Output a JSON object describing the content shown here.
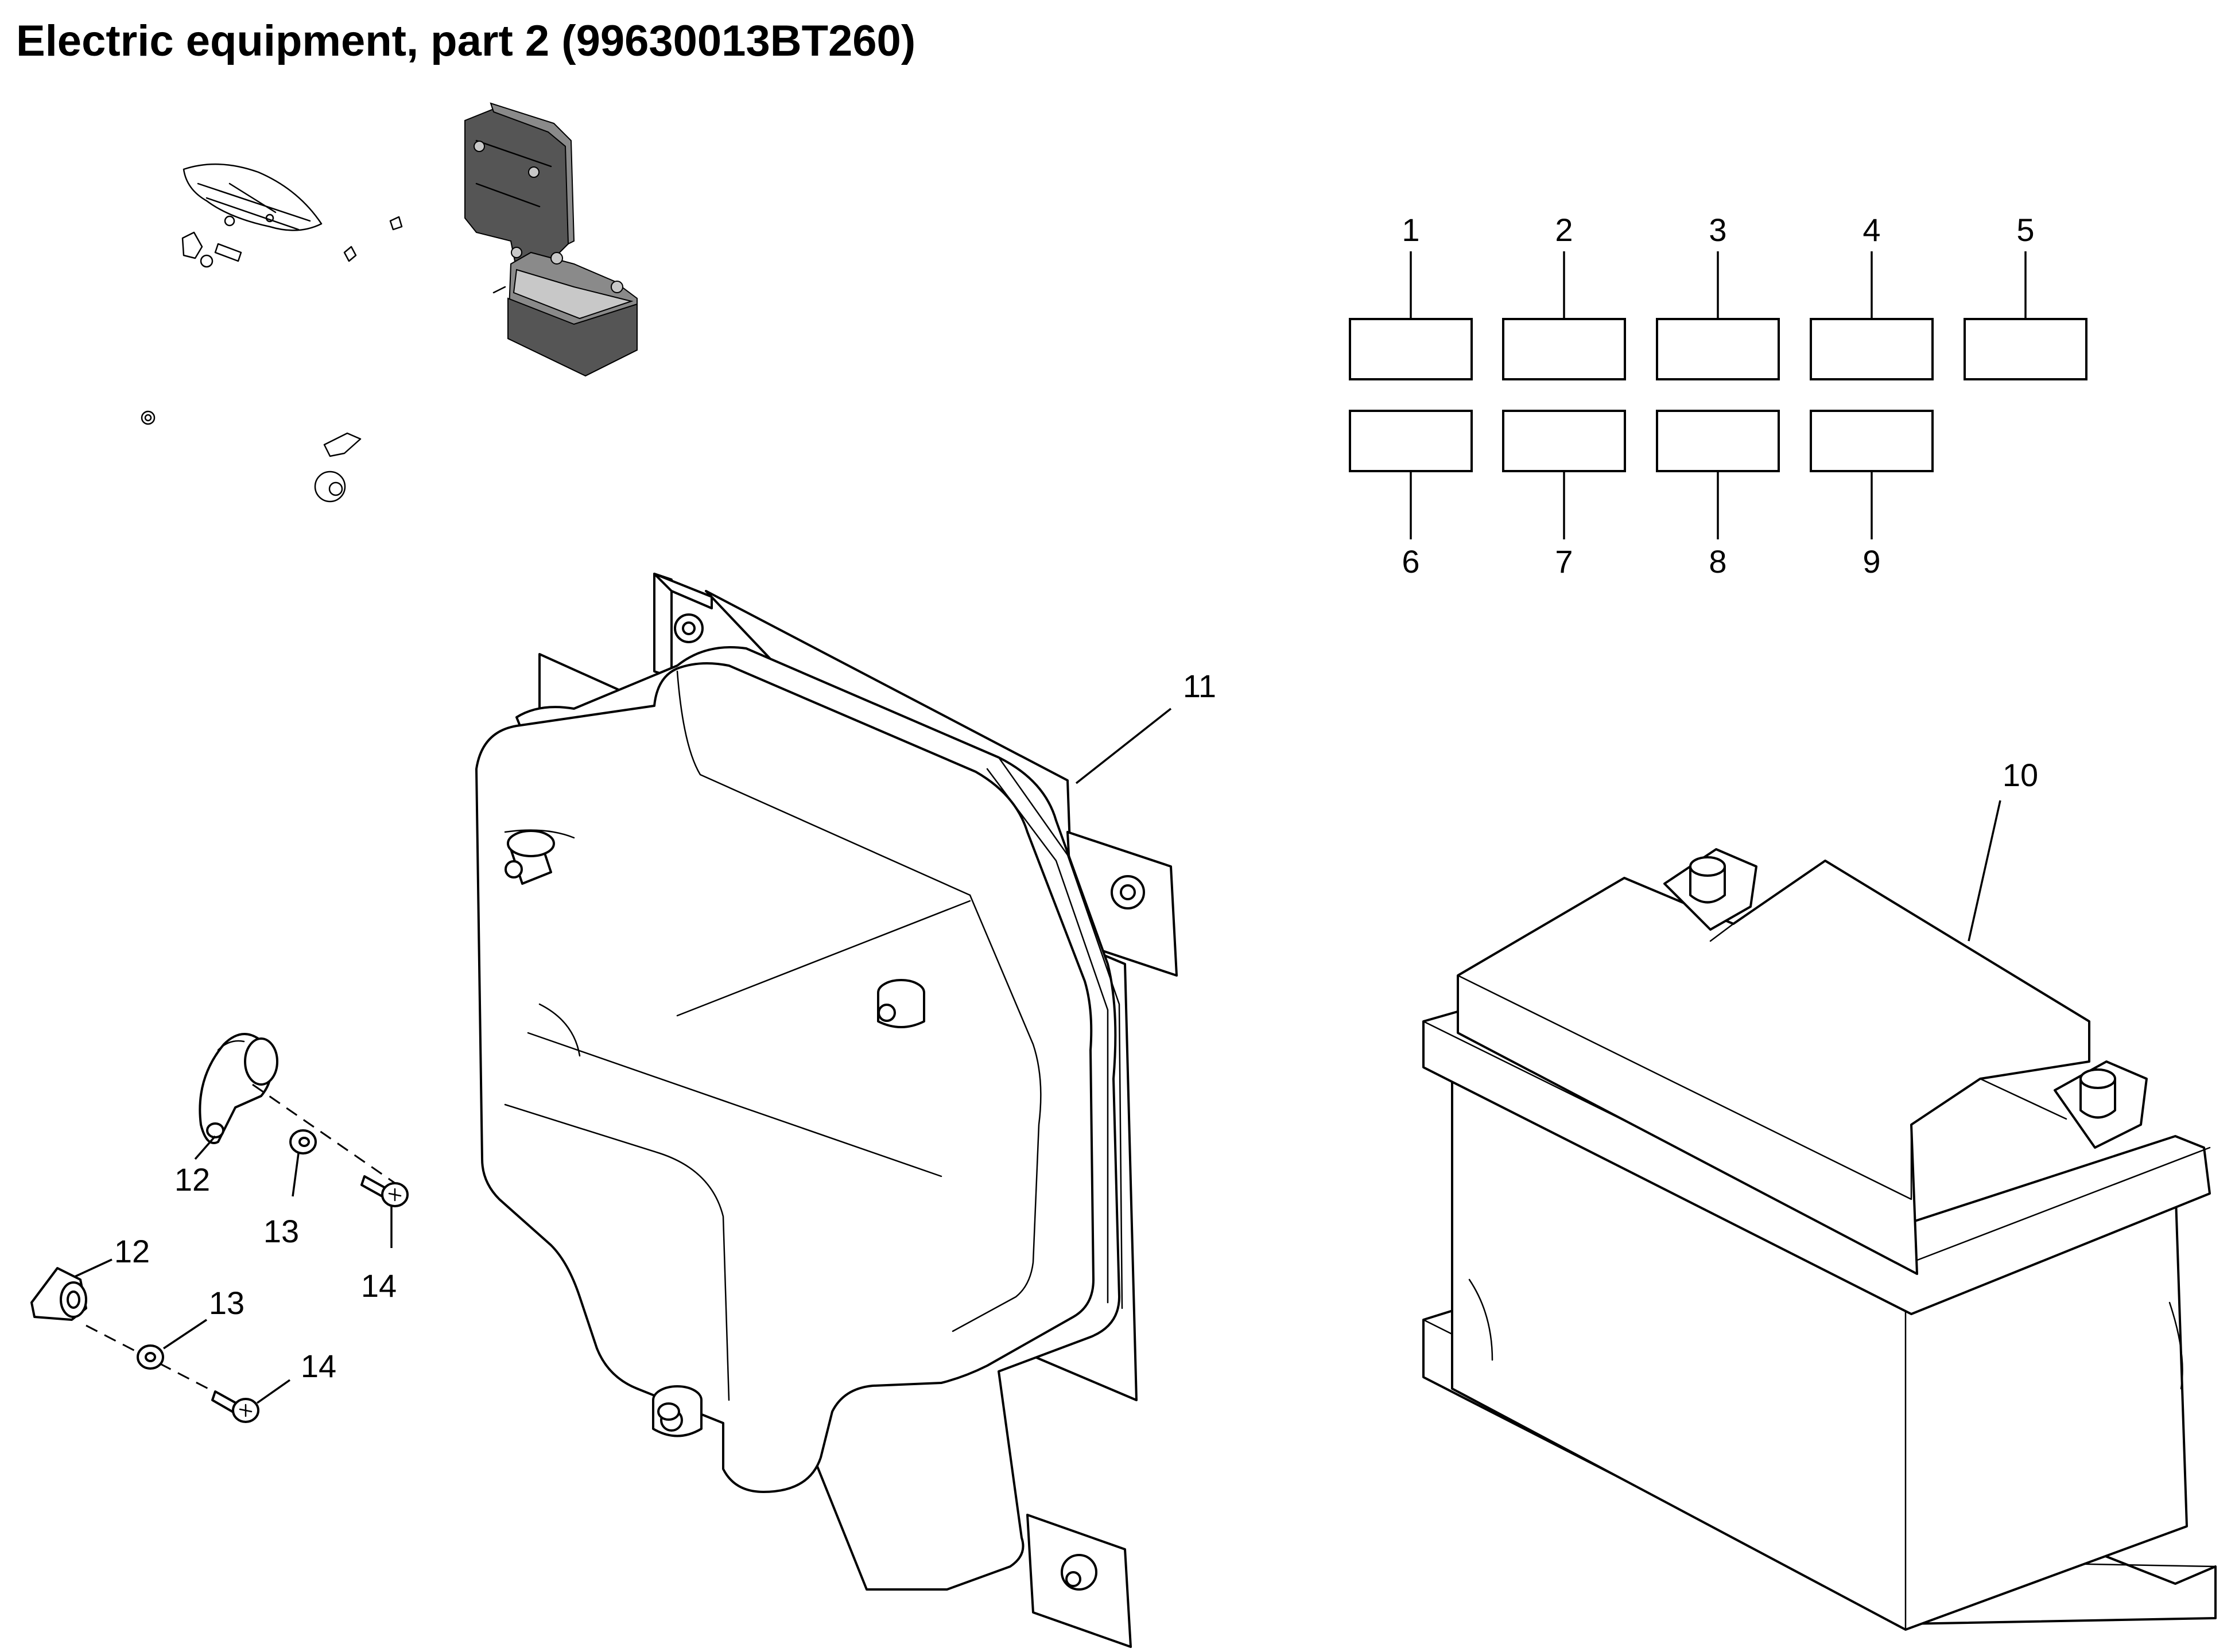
{
  "title": "Electric equipment, part 2 (99630013BT260)",
  "callouts": {
    "box_top": [
      "1",
      "2",
      "3",
      "4",
      "5"
    ],
    "box_bottom": [
      "6",
      "7",
      "8",
      "9"
    ],
    "battery": "10",
    "control_unit": "11",
    "clamp_upper": "12",
    "washer_upper": "13",
    "screw_upper": "14",
    "clamp_lower": "12",
    "washer_lower": "13",
    "screw_lower": "14"
  },
  "icons": {
    "battery": "car-battery-icon",
    "control_unit": "control-unit-housing-icon",
    "overview": "assembly-overview-thumbnail"
  }
}
